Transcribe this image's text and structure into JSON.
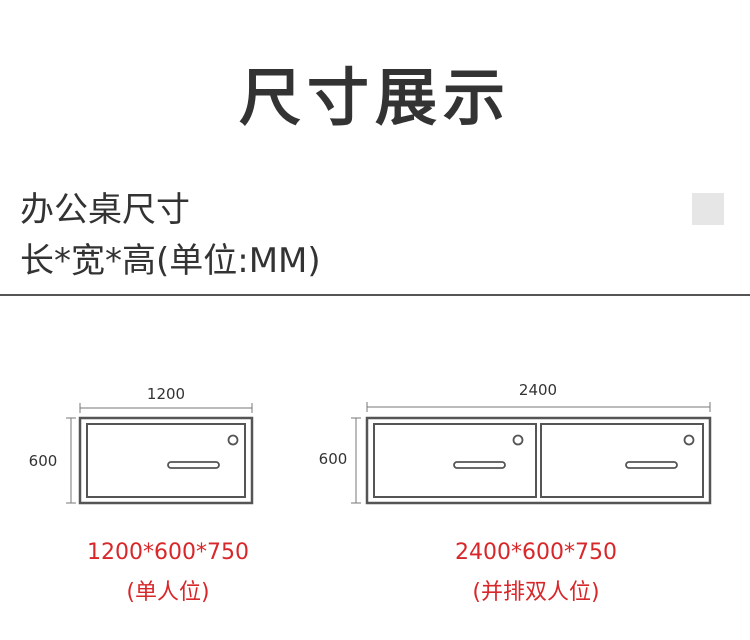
{
  "page": {
    "title": "尺寸展示",
    "subtitle_line1": "办公桌尺寸",
    "subtitle_line2": "长*宽*高(单位:MM)"
  },
  "desks": [
    {
      "width_label": "1200",
      "height_label": "600",
      "size_text": "1200*600*750",
      "seat_text": "(单人位)",
      "drawers": 1
    },
    {
      "width_label": "2400",
      "height_label": "600",
      "size_text": "2400*600*750",
      "seat_text": "(并排双人位)",
      "drawers": 2
    }
  ],
  "colors": {
    "text": "#333333",
    "accent_red": "#d8272a",
    "line": "#555555",
    "swatch": "#e6e6e6"
  }
}
